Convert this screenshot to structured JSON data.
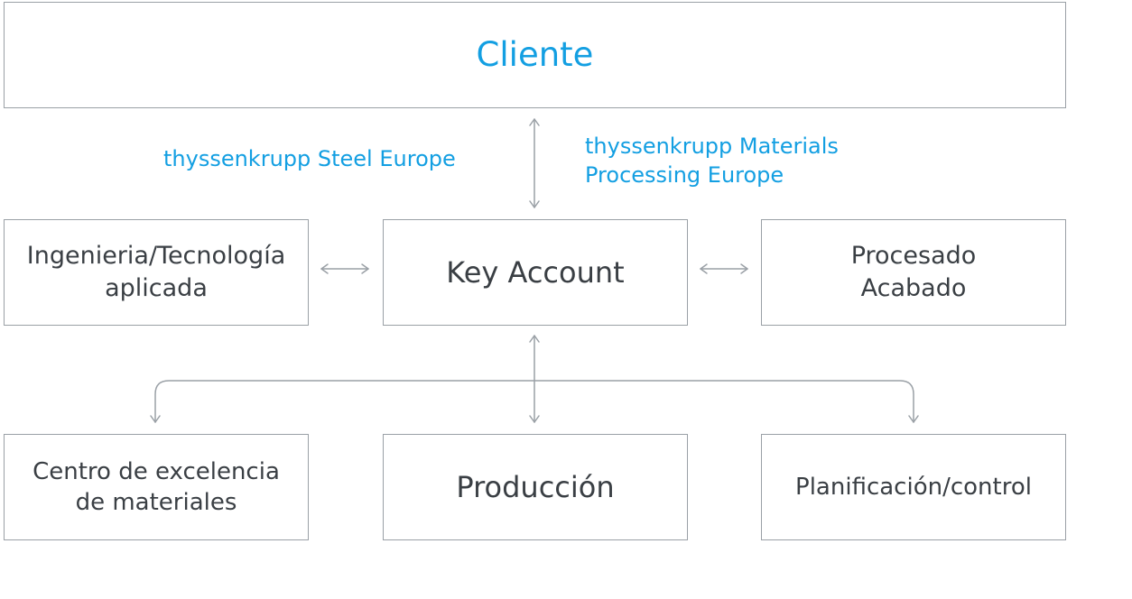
{
  "client": {
    "label": "Cliente"
  },
  "captions": {
    "left": "thyssenkrupp Steel Europe",
    "right": "thyssenkrupp Materials\nProcessing Europe"
  },
  "key_account": {
    "label": "Key Account"
  },
  "engineering": {
    "label": "Ingenieria/Tecnología\naplicada"
  },
  "processing": {
    "label": "Procesado\nAcabado"
  },
  "materials_center": {
    "label": "Centro de excelencia\nde materiales"
  },
  "production": {
    "label": "Producción"
  },
  "planning": {
    "label": "Planificación/control"
  },
  "colors": {
    "accent": "#139fe2",
    "box_border": "#9aa0a6",
    "text": "#3a3f44",
    "connector": "#9aa0a6"
  }
}
